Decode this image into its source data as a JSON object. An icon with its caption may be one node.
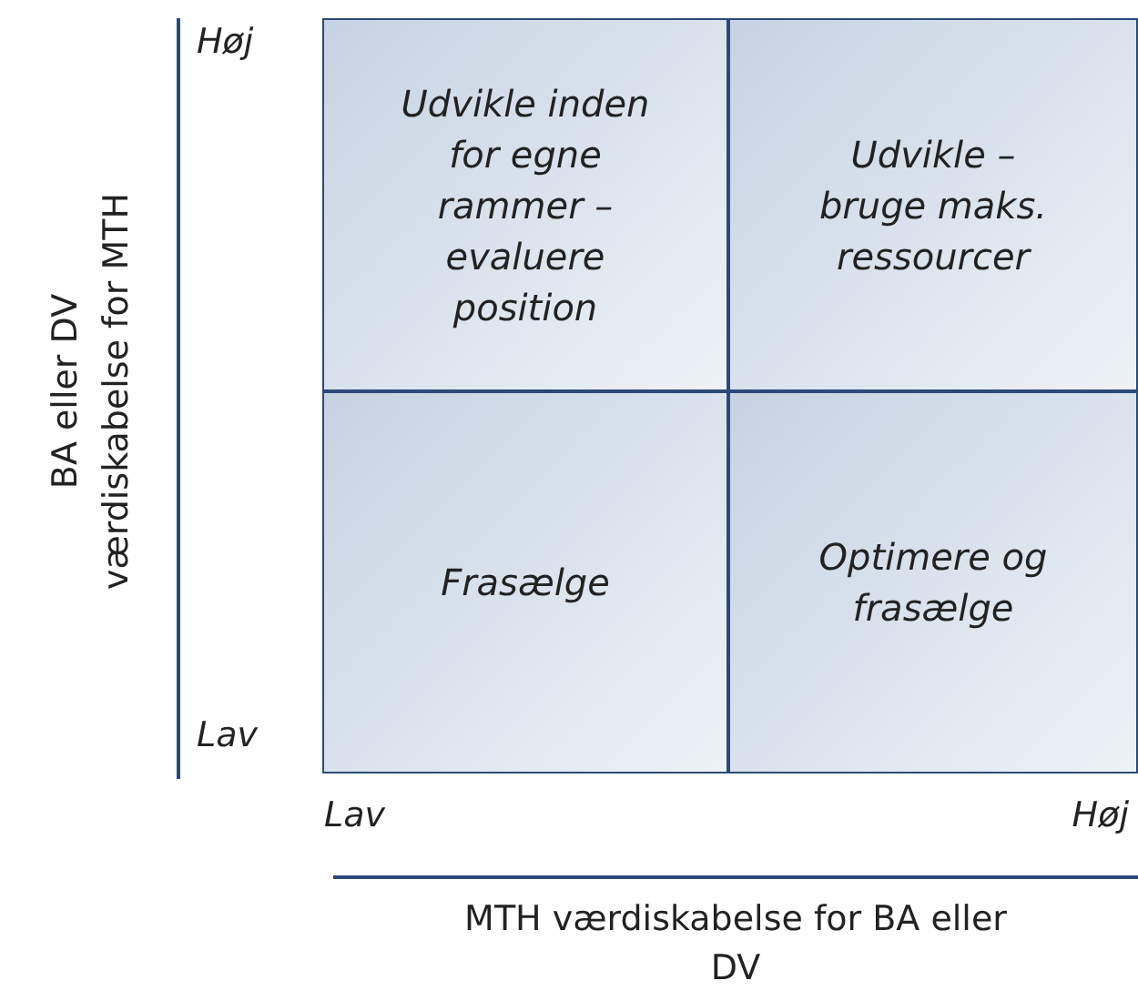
{
  "diagram": {
    "nodes": [
      {
        "text": [
          "Udvikle inden for egne rammer – evaluere position"
        ]
      },
      {
        "text": [
          "Udvikle – bruge maks. ressourcer"
        ]
      },
      {
        "text": [
          "Frasælge"
        ]
      },
      {
        "text": [
          "Optimere og frasælge"
        ]
      }
    ],
    "labels": [
      "BA eller DV værdiskabelse for MTH",
      "Høj",
      "Lav",
      "Lav",
      "Høj",
      "MTH værdiskabelse for BA eller DV"
    ]
  }
}
